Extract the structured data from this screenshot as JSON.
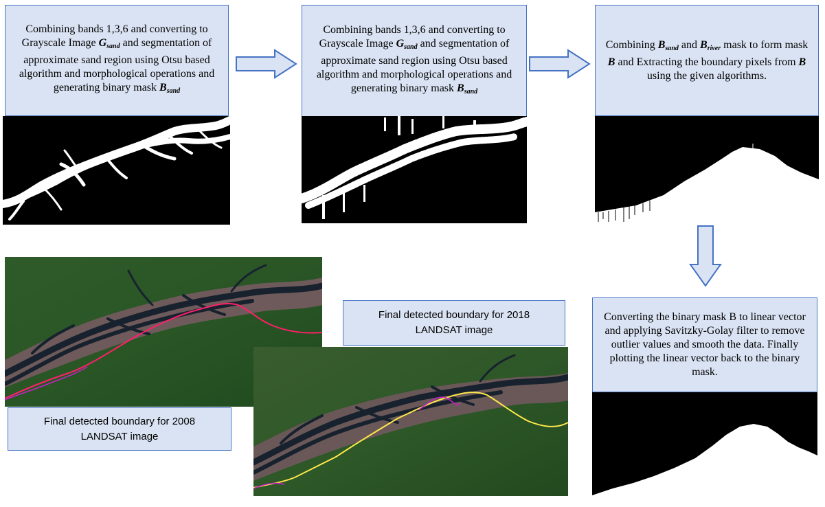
{
  "step1": {
    "text_before": "Combining bands 1,3,6 and converting to Grayscale Image ",
    "var_g": "G",
    "var_g_sub": "sand",
    "text_mid": " and segmentation of approximate sand region using Otsu based algorithm and morphological operations and generating binary mask ",
    "var_b": "B",
    "var_b_sub": "sand"
  },
  "step2": {
    "text_before": "Combining bands 1,3,6 and converting to Grayscale Image ",
    "var_g": "G",
    "var_g_sub": "sand",
    "text_mid": " and segmentation of approximate sand region using Otsu based algorithm and morphological operations and generating binary mask ",
    "var_b": "B",
    "var_b_sub": "sand"
  },
  "step3": {
    "text_before": "Combining ",
    "var_bs": "B",
    "var_bs_sub": "sand",
    "text_and": " and ",
    "var_br": "B",
    "var_br_sub": "river",
    "text_mid": " mask to form mask ",
    "var_b": "B",
    "text_mid2": " and Extracting the boundary pixels from ",
    "var_b2": "B",
    "text_end": " using the given algorithms."
  },
  "step4": {
    "text": "Converting the binary mask B to linear vector and applying Savitzky-Golay filter to remove outlier values and smooth the data. Finally plotting the linear vector back to the binary mask."
  },
  "caption_2018": "Final detected boundary for 2018 LANDSAT image",
  "caption_2008": "Final detected boundary for 2008 LANDSAT image",
  "colors": {
    "box_fill": "#dae3f3",
    "box_border": "#4472c4",
    "boundary_2008": "#ff1f6a",
    "boundary_2018": "#ffe84a",
    "reference_boundary": "#c820c8"
  }
}
